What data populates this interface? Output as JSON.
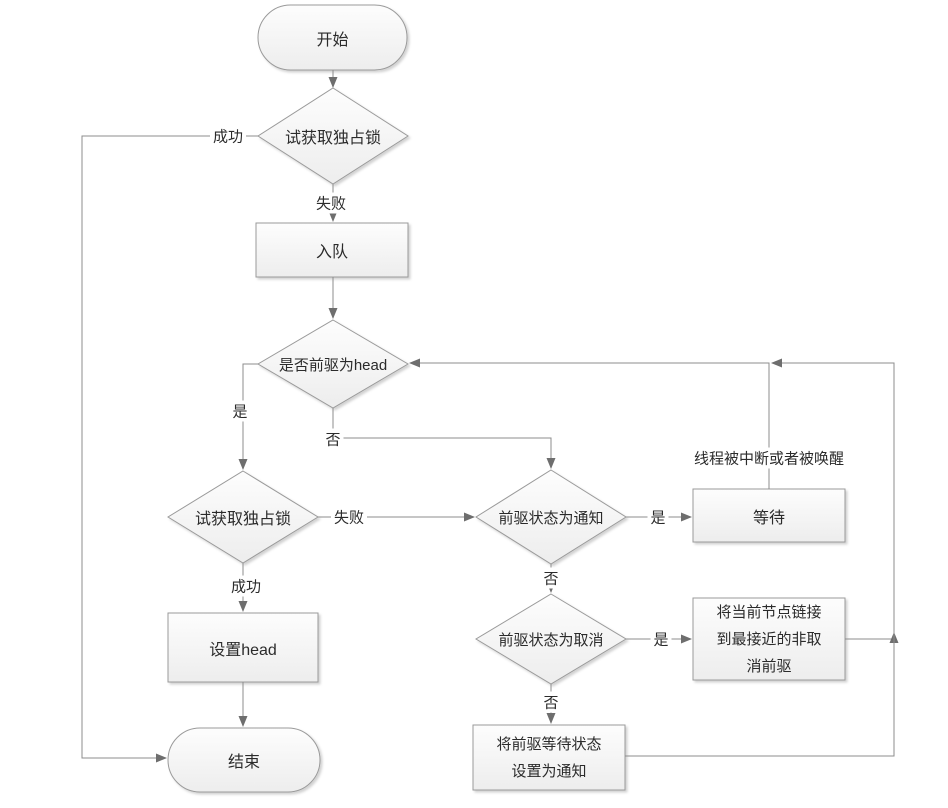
{
  "flowchart": {
    "nodes": {
      "start": "开始",
      "try_lock_top": "试获取独占锁",
      "enqueue": "入队",
      "is_pred_head": "是否前驱为head",
      "try_lock_again": "试获取独占锁",
      "set_head": "设置head",
      "end": "结束",
      "pred_status_signal": "前驱状态为通知",
      "wait": "等待",
      "pred_status_cancel": "前驱状态为取消",
      "link_to_noncancel_pred": "将当前节点链接到最接近的非取消前驱",
      "set_pred_signal": "将前驱等待状态设置为通知"
    },
    "edge_labels": {
      "success_top": "成功",
      "fail_top": "失败",
      "yes_head": "是",
      "no_head": "否",
      "fail_again": "失败",
      "success_again": "成功",
      "yes_signal": "是",
      "no_signal": "否",
      "yes_cancel": "是",
      "no_cancel": "否",
      "wakeup": "线程被中断或者被唤醒"
    },
    "colors": {
      "background": "#ffffff",
      "node_fill_top": "#fdfdfd",
      "node_fill_bottom": "#ededed",
      "node_border": "#9a9a9a",
      "connector": "#8c8c8c",
      "arrowhead": "#6e6e6e",
      "text": "#2b2b2b"
    }
  }
}
